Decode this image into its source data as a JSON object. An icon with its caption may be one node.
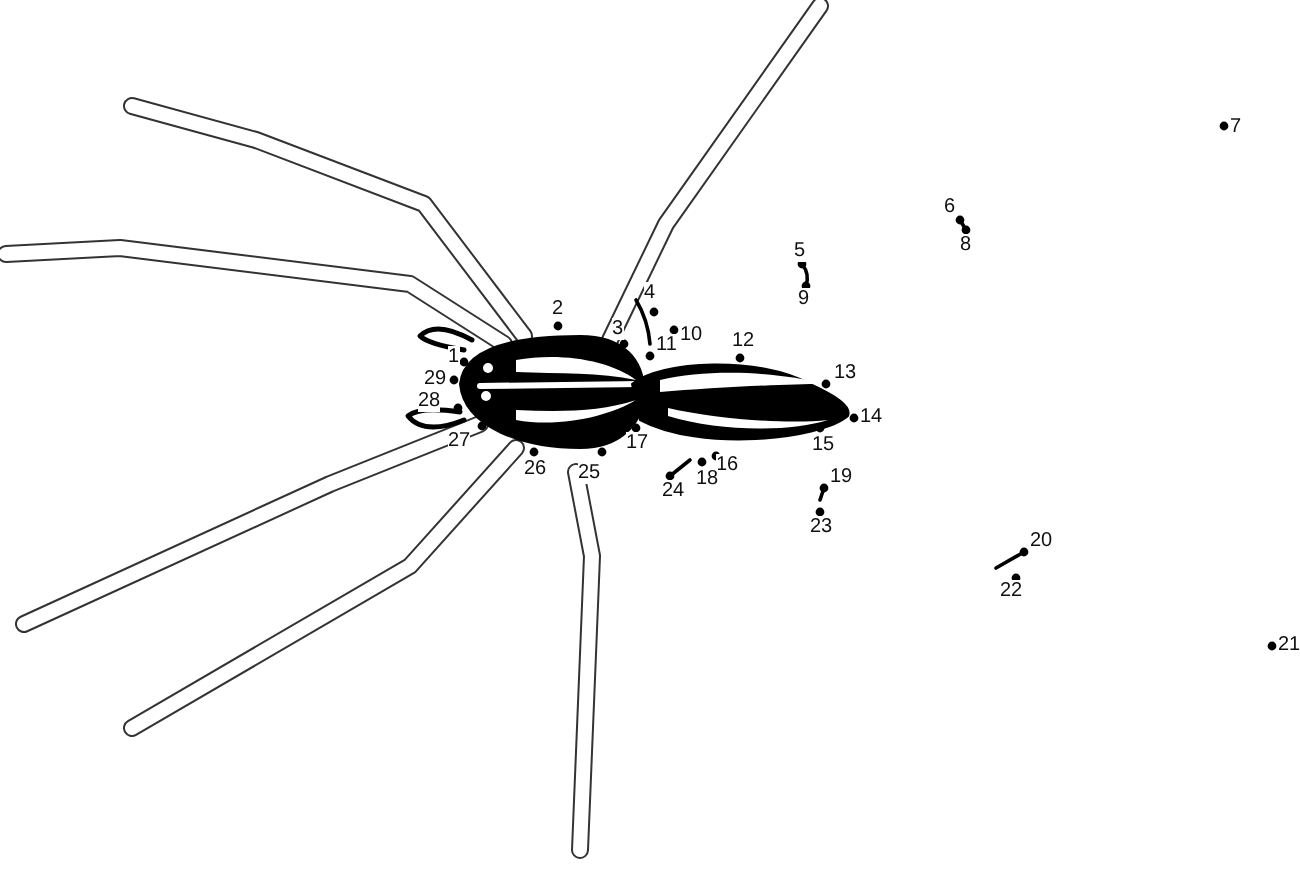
{
  "diagram": {
    "labels": [
      "1",
      "2",
      "3",
      "4",
      "5",
      "6",
      "7",
      "8",
      "9",
      "10",
      "11",
      "12",
      "13",
      "14",
      "15",
      "16",
      "17",
      "18",
      "19",
      "20",
      "21",
      "22",
      "23",
      "24",
      "25",
      "26",
      "27",
      "28",
      "29"
    ]
  }
}
